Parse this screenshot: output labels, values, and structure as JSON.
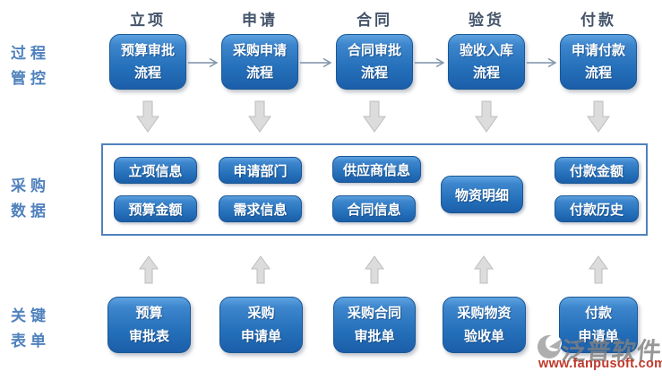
{
  "stages": [
    "立项",
    "申请",
    "合同",
    "验货",
    "付款"
  ],
  "row_labels": {
    "process": [
      "过程",
      "管控"
    ],
    "data": [
      "采购",
      "数据"
    ],
    "forms": [
      "关键",
      "表单"
    ]
  },
  "process_flow": [
    {
      "line1": "预算审批",
      "line2": "流程"
    },
    {
      "line1": "采购申请",
      "line2": "流程"
    },
    {
      "line1": "合同审批",
      "line2": "流程"
    },
    {
      "line1": "验收入库",
      "line2": "流程"
    },
    {
      "line1": "申请付款",
      "line2": "流程"
    }
  ],
  "purchase_data": {
    "project_info": "立项信息",
    "budget_amount": "预算金额",
    "request_dept": "申请部门",
    "demand_info": "需求信息",
    "supplier_info": "供应商信息",
    "contract_info": "合同信息",
    "material_detail": "物资明细",
    "payment_amount": "付款金额",
    "payment_history": "付款历史"
  },
  "key_forms": [
    {
      "line1": "预算",
      "line2": "审批表"
    },
    {
      "line1": "采购",
      "line2": "申请单"
    },
    {
      "line1": "采购合同",
      "line2": "审批单"
    },
    {
      "line1": "采购物资",
      "line2": "验收单"
    },
    {
      "line1": "付款",
      "line2": "申请单"
    }
  ],
  "watermark": {
    "brand": "泛普软件",
    "url": "www.fanpusoft.com"
  },
  "colors": {
    "box_blue_top": "#5da2e0",
    "box_blue_bottom": "#1b5ea9",
    "label_blue": "#4f81bd",
    "stage_text": "#44546a",
    "panel_border": "#4f81bd",
    "url_red": "#c0392b",
    "arrow_gray": "#dcdcdc"
  }
}
